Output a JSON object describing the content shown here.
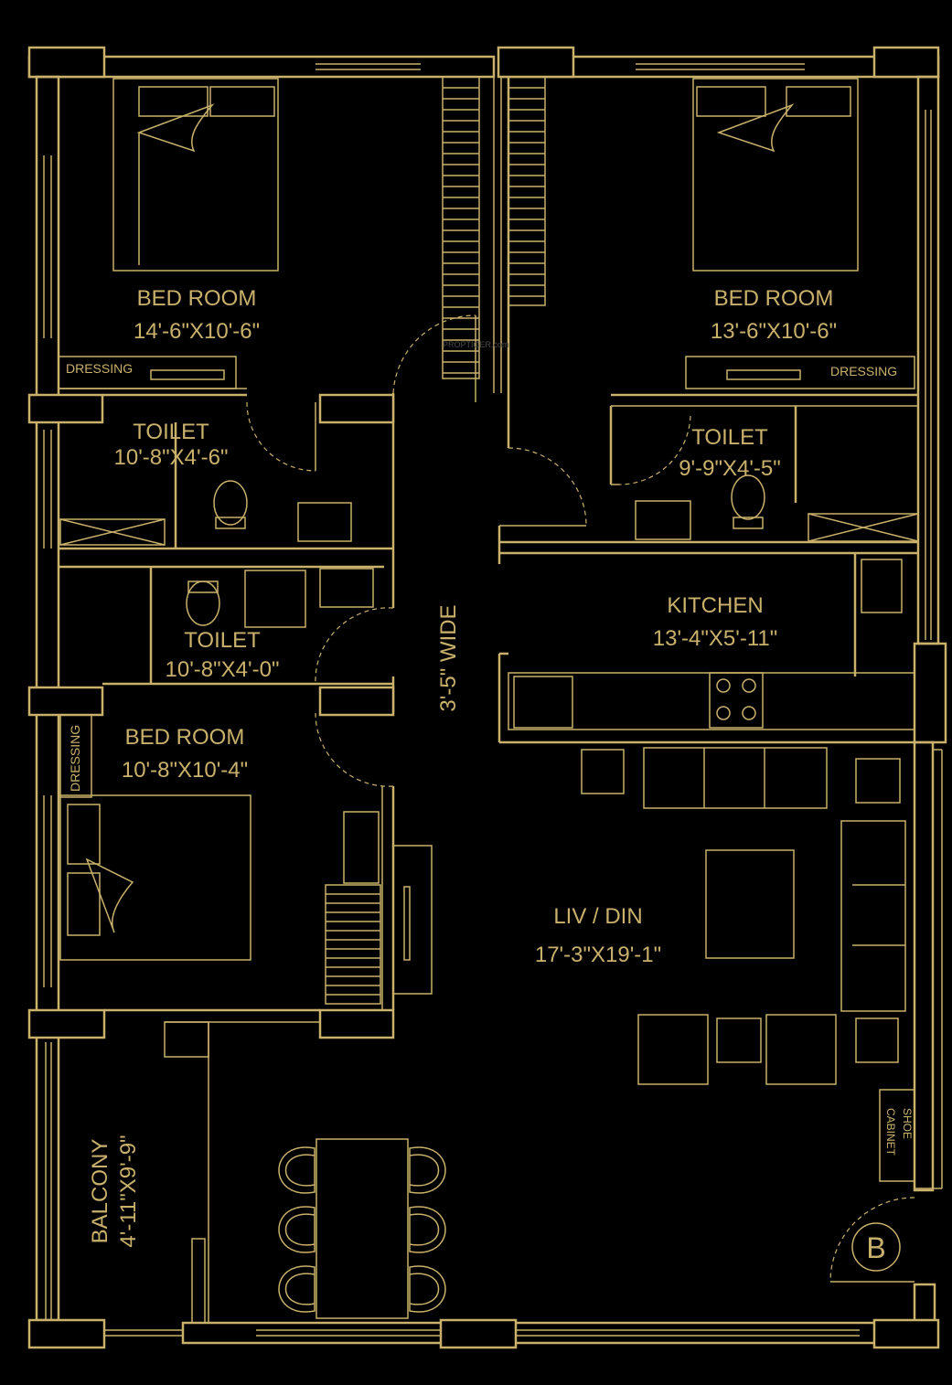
{
  "rooms": {
    "bed1": {
      "name": "BED ROOM",
      "dim": "14'-6\"X10'-6\""
    },
    "bed2": {
      "name": "BED ROOM",
      "dim": "13'-6\"X10'-6\""
    },
    "bed3": {
      "name": "BED ROOM",
      "dim": "10'-8\"X10'-4\""
    },
    "toilet1": {
      "name": "TOILET",
      "dim": "10'-8\"X4'-6\""
    },
    "toilet2": {
      "name": "TOILET",
      "dim": "9'-9\"X4'-5\""
    },
    "toilet3": {
      "name": "TOILET",
      "dim": "10'-8\"X4'-0\""
    },
    "kitchen": {
      "name": "KITCHEN",
      "dim": "13'-4\"X5'-11\""
    },
    "livdin": {
      "name": "LIV / DIN",
      "dim": "17'-3\"X19'-1\""
    },
    "balcony": {
      "name": "BALCONY",
      "dim": "4'-11\"X9'-9\""
    }
  },
  "labels": {
    "dressing": "DRESSING",
    "passage": "3'-5\" WIDE",
    "shoe_line1": "SHOE",
    "shoe_line2": "CABINET",
    "unit_marker": "B",
    "watermark": "PROPTIGER.com"
  },
  "colors": {
    "line": "#c9b16b",
    "background": "#000000"
  }
}
